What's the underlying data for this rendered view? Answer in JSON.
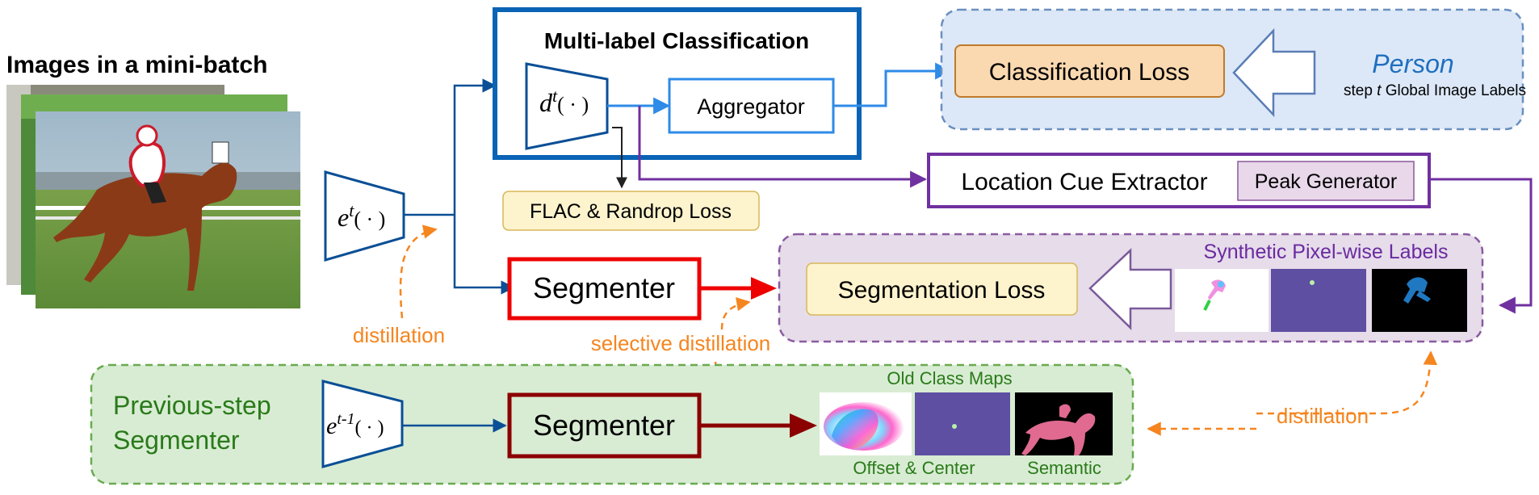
{
  "images": {
    "title": "Images in a mini-batch"
  },
  "encoder": {
    "symbol": "e",
    "superscript": "t",
    "args": "( · )"
  },
  "multilabel": {
    "title": "Multi-label Classification",
    "decoder_symbol": "d",
    "decoder_superscript": "t",
    "decoder_args": "( · )",
    "aggregator": "Aggregator"
  },
  "classification": {
    "loss": "Classification Loss",
    "label_word": "Person",
    "label_prefix": "step ",
    "label_t": "t",
    "label_suffix": " Global Image Labels"
  },
  "flac_loss": "FLAC & Randrop Loss",
  "location": {
    "extractor": "Location Cue Extractor",
    "peak": "Peak Generator"
  },
  "segmenter": {
    "label": "Segmenter"
  },
  "segmentation": {
    "loss": "Segmentation Loss",
    "synthetic_title": "Synthetic Pixel-wise Labels"
  },
  "distill": {
    "left": "distillation",
    "selective": "selective distillation",
    "right": "distillation"
  },
  "previous": {
    "line1": "Previous-step",
    "line2": "Segmenter",
    "encoder_symbol": "e",
    "encoder_superscript": "t-1",
    "encoder_args": "( · )",
    "segmenter": "Segmenter",
    "old_maps_title": "Old Class Maps",
    "offset_label": "Offset & Center",
    "semantic_label": "Semantic"
  },
  "colors": {
    "blue_dark": "#0a63b5",
    "blue_light": "#2e8be8",
    "purple": "#7030a0",
    "red": "#ee0000",
    "dark_red": "#8b0000",
    "orange": "#f5851f",
    "green_text": "#2a7a1a",
    "map_purple": "#5e4fa2"
  }
}
